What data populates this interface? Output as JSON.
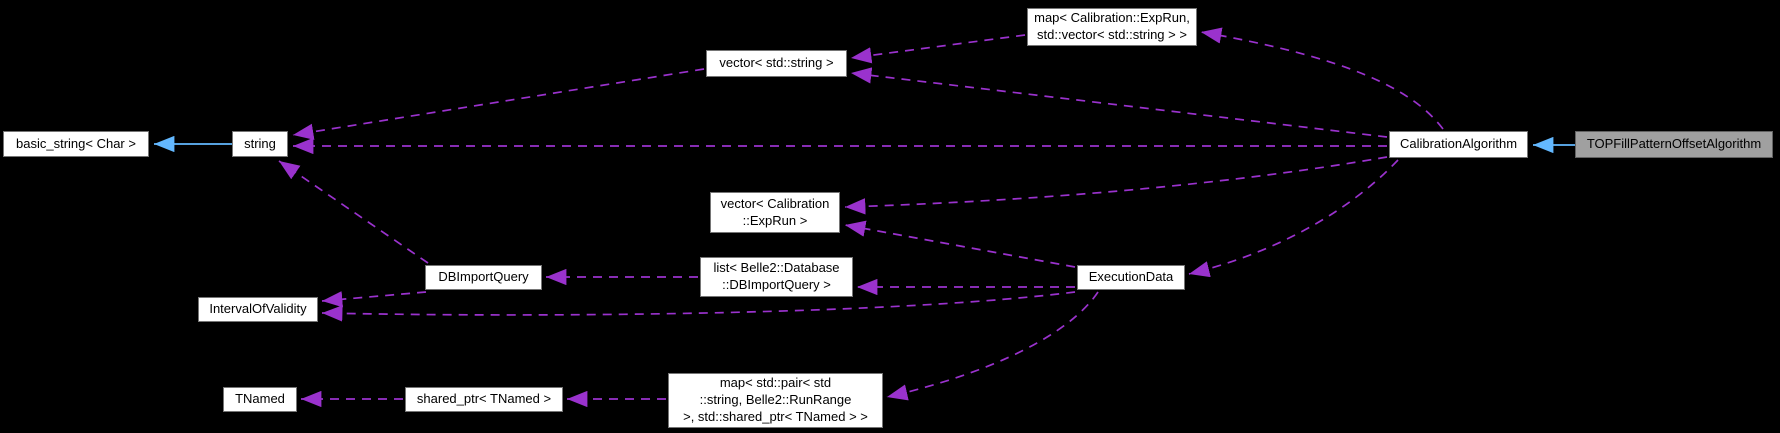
{
  "diagram": {
    "title": "TOPFillPatternOffsetAlgorithm collaboration graph",
    "colors": {
      "background": "#000000",
      "usage_edge": "#9a32cd",
      "inheritance_edge": "#63b8ff",
      "node_fill": "#ffffff",
      "node_border": "#757575",
      "node_text": "#000000",
      "highlighted_node_fill": "#a0a0a0",
      "highlighted_node_border": "#626262"
    },
    "nodes": {
      "basic_string": {
        "label": "basic_string< Char >"
      },
      "string": {
        "label": "string"
      },
      "vector_string": {
        "label": "vector< std::string >"
      },
      "map_exprun_vector_string": {
        "label": "map< Calibration::ExpRun,\nstd::vector< std::string > >"
      },
      "calibration_algorithm": {
        "label": "CalibrationAlgorithm"
      },
      "topfillpatternoffsetalgorithm": {
        "label": "TOPFillPatternOffsetAlgorithm"
      },
      "vector_exprun": {
        "label": "vector< Calibration\n::ExpRun >"
      },
      "dbimportquery": {
        "label": "DBImportQuery"
      },
      "list_dbimportquery": {
        "label": "list< Belle2::Database\n::DBImportQuery >"
      },
      "execution_data": {
        "label": "ExecutionData"
      },
      "interval_of_validity": {
        "label": "IntervalOfValidity"
      },
      "tnamed": {
        "label": "TNamed"
      },
      "shared_ptr_tnamed": {
        "label": "shared_ptr< TNamed >"
      },
      "map_pair_runrange_tnamed": {
        "label": "map< std::pair< std\n::string, Belle2::RunRange\n >, std::shared_ptr< TNamed > >"
      }
    },
    "edges": [
      {
        "from": "string",
        "to": "basic_string",
        "type": "inheritance"
      },
      {
        "from": "topfillpatternoffsetalgorithm",
        "to": "calibration_algorithm",
        "type": "inheritance"
      },
      {
        "from": "vector_string",
        "to": "string",
        "type": "usage"
      },
      {
        "from": "calibration_algorithm",
        "to": "string",
        "type": "usage"
      },
      {
        "from": "dbimportquery",
        "to": "string",
        "type": "usage"
      },
      {
        "from": "map_exprun_vector_string",
        "to": "vector_string",
        "type": "usage"
      },
      {
        "from": "calibration_algorithm",
        "to": "vector_string",
        "type": "usage"
      },
      {
        "from": "calibration_algorithm",
        "to": "map_exprun_vector_string",
        "type": "usage"
      },
      {
        "from": "calibration_algorithm",
        "to": "vector_exprun",
        "type": "usage"
      },
      {
        "from": "execution_data",
        "to": "vector_exprun",
        "type": "usage"
      },
      {
        "from": "execution_data",
        "to": "list_dbimportquery",
        "type": "usage"
      },
      {
        "from": "list_dbimportquery",
        "to": "dbimportquery",
        "type": "usage"
      },
      {
        "from": "dbimportquery",
        "to": "interval_of_validity",
        "type": "usage"
      },
      {
        "from": "execution_data",
        "to": "interval_of_validity",
        "type": "usage"
      },
      {
        "from": "calibration_algorithm",
        "to": "execution_data",
        "type": "usage"
      },
      {
        "from": "execution_data",
        "to": "map_pair_runrange_tnamed",
        "type": "usage"
      },
      {
        "from": "map_pair_runrange_tnamed",
        "to": "shared_ptr_tnamed",
        "type": "usage"
      },
      {
        "from": "shared_ptr_tnamed",
        "to": "tnamed",
        "type": "usage"
      }
    ]
  }
}
